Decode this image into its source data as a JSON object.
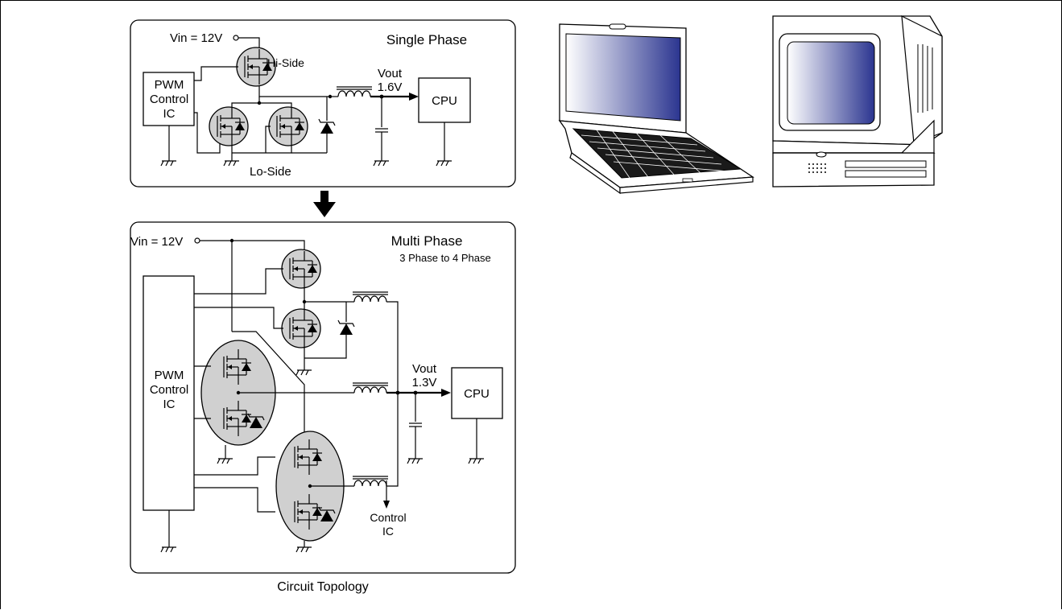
{
  "single_phase": {
    "title": "Single Phase",
    "vin": "Vin = 12V",
    "hi_side": "Hi-Side",
    "lo_side": "Lo-Side",
    "vout": "Vout",
    "vout_value": "1.6V",
    "cpu": "CPU",
    "controller": [
      "PWM",
      "Control",
      "IC"
    ]
  },
  "multi_phase": {
    "title": "Multi Phase",
    "subtitle": "3 Phase to 4 Phase",
    "vin": "Vin = 12V",
    "vout": "Vout",
    "vout_value": "1.3V",
    "cpu": "CPU",
    "controller": [
      "PWM",
      "Control",
      "IC"
    ],
    "feedback": [
      "Control",
      "IC"
    ]
  },
  "caption": "Circuit Topology",
  "illustrations": [
    "laptop-computer",
    "desktop-computer"
  ],
  "colors": {
    "fet_fill": "#d0d0d0",
    "screen_dark": "#2b3590",
    "screen_light": "#ffffff"
  }
}
